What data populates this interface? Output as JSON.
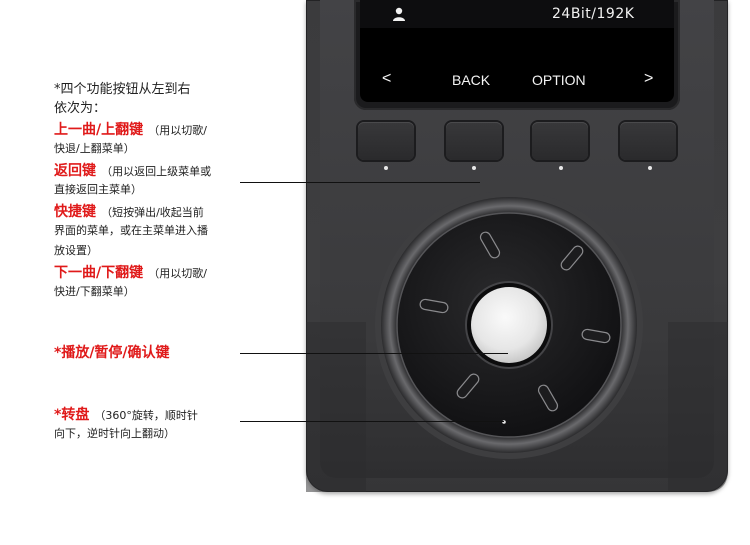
{
  "device": {
    "screen_format": "24Bit/192K",
    "nav_left": "<",
    "nav_back": "BACK",
    "nav_option": "OPTION",
    "nav_right": ">"
  },
  "annotations": {
    "intro_line1": "*四个功能按钮从左到右",
    "intro_line2": "依次为：",
    "prev": {
      "label": "上一曲/上翻键",
      "desc1": "（用以切歌/",
      "desc2": "快退/上翻菜单）"
    },
    "back": {
      "label": "返回键",
      "desc1": "（用以返回上级菜单或",
      "desc2": "直接返回主菜单）"
    },
    "shortcut": {
      "label": "快捷键",
      "desc1": "（短按弹出/收起当前",
      "desc2": "界面的菜单，或在主菜单进入播",
      "desc3": "放设置）"
    },
    "next": {
      "label": "下一曲/下翻键",
      "desc1": "（用以切歌/",
      "desc2": "快进/下翻菜单）"
    },
    "play": {
      "label": "*播放/暂停/确认键"
    },
    "wheel": {
      "label": "*转盘",
      "desc1": "（360°旋转，顺时针",
      "desc2": "向下，逆时针向上翻动）"
    }
  },
  "colors": {
    "label_red": "#e01a1a",
    "device_body": "#3b3b3d",
    "screen": "#000000",
    "screen_text": "#f2f2f2"
  }
}
